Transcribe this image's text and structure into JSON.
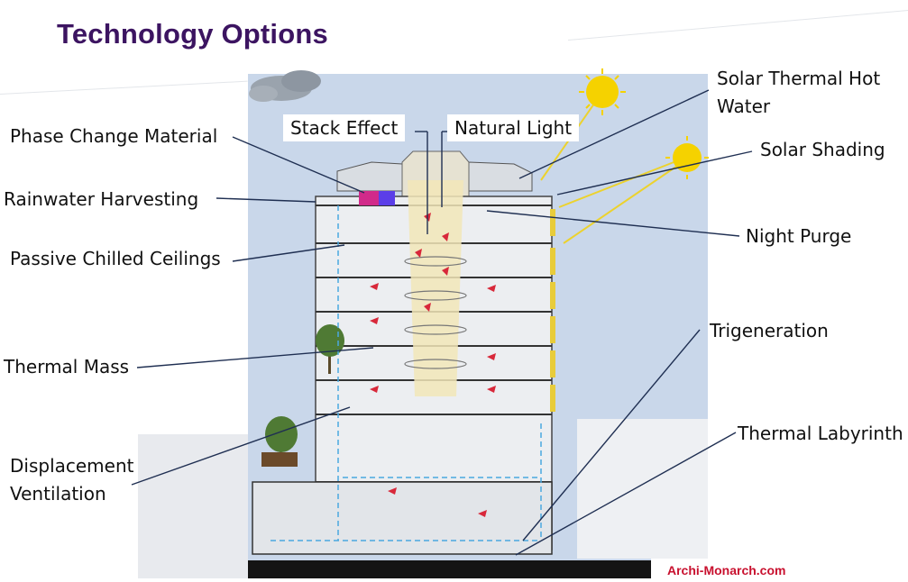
{
  "slide": {
    "title": "Technology Options"
  },
  "callouts": {
    "phase_change": "Phase Change Material",
    "rainwater": "Rainwater Harvesting",
    "chilled_ceilings": "Passive Chilled Ceilings",
    "thermal_mass": "Thermal Mass",
    "displacement_line1": "Displacement",
    "displacement_line2": "Ventilation",
    "stack_effect": "Stack Effect",
    "natural_light": "Natural Light",
    "solar_thermal_line1": "Solar Thermal Hot",
    "solar_thermal_line2": "Water",
    "solar_shading": "Solar Shading",
    "night_purge": "Night Purge",
    "trigeneration": "Trigeneration",
    "thermal_labyrinth": "Thermal Labyrinth"
  },
  "watermark": {
    "text": "Archi-Monarch.com"
  },
  "colors": {
    "title": "#3c1461",
    "sky": "#c9d7ea",
    "sun": "#f5d200",
    "airflow": "#d8283a",
    "watermark": "#c8102e"
  }
}
